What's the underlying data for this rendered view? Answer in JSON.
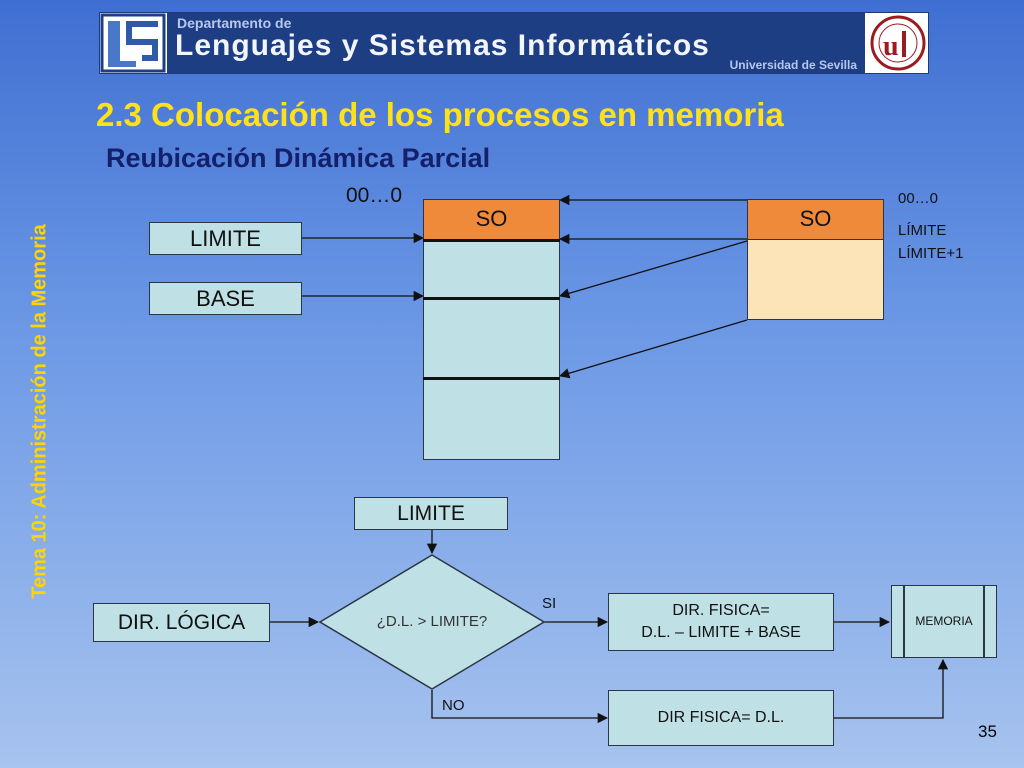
{
  "header": {
    "dept": "Departamento de",
    "main": "Lenguajes y Sistemas Informáticos",
    "university": "Universidad de Sevilla"
  },
  "title": "2.3 Colocación de los procesos en memoria",
  "subtitle": "Reubicación Dinámica Parcial",
  "side_label": "Tema 10: Administración de la Memoria",
  "page_number": "35",
  "memory": {
    "address_zero": "00…0",
    "so_label": "SO",
    "limite_box": "LIMITE",
    "base_box": "BASE"
  },
  "process": {
    "so_label": "SO",
    "addr_zero": "00…0",
    "limite": "LÍMITE",
    "limite_plus": "LÍMITE+1"
  },
  "flow": {
    "limite": "LIMITE",
    "dir_logica": "DIR. LÓGICA",
    "decision": "¿D.L. > LIMITE?",
    "si": "SI",
    "no": "NO",
    "fisica_line1": "DIR. FISICA=",
    "fisica_line2": "D.L. – LIMITE + BASE",
    "fisica_dl": "DIR FISICA= D.L.",
    "memoria": "MEMORIA"
  },
  "colors": {
    "title": "#ffe11a",
    "subtitle": "#14206a",
    "so_fill": "#f08a3b",
    "mem_fill": "#bfe0e4",
    "proc_fill": "#fde3b8",
    "side": "#ffd400"
  }
}
